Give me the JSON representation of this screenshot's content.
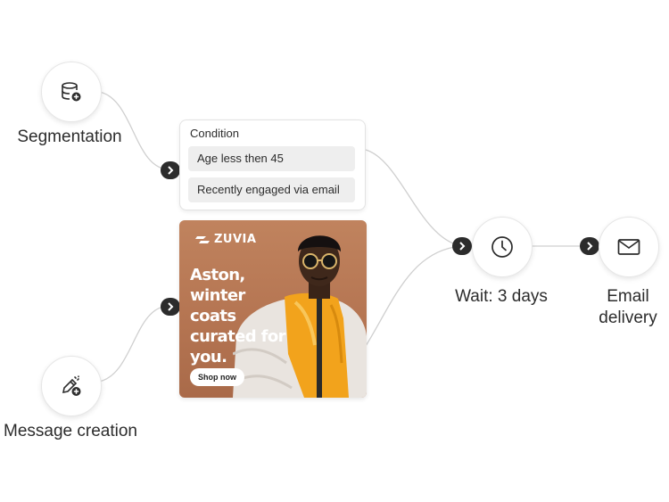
{
  "nodes": {
    "segmentation": {
      "label": "Segmentation",
      "icon": "database-add-icon"
    },
    "message_creation": {
      "label": "Message creation",
      "icon": "edit-add-icon"
    },
    "wait": {
      "label": "Wait: 3 days",
      "icon": "clock-icon"
    },
    "email_delivery": {
      "label_line1": "Email",
      "label_line2": "delivery",
      "icon": "mail-icon"
    }
  },
  "condition": {
    "title": "Condition",
    "rules": [
      "Age less then 45",
      "Recently engaged via email"
    ]
  },
  "ad": {
    "brand": "ZUVIA",
    "headline": [
      "Aston,",
      "winter coats",
      "curated for",
      "you."
    ],
    "cta": "Shop now"
  },
  "colors": {
    "connector_badge": "#2c2c2c",
    "line": "#cfcfcf",
    "ad_background": "#b57552",
    "jacket": "#f2a31c"
  }
}
